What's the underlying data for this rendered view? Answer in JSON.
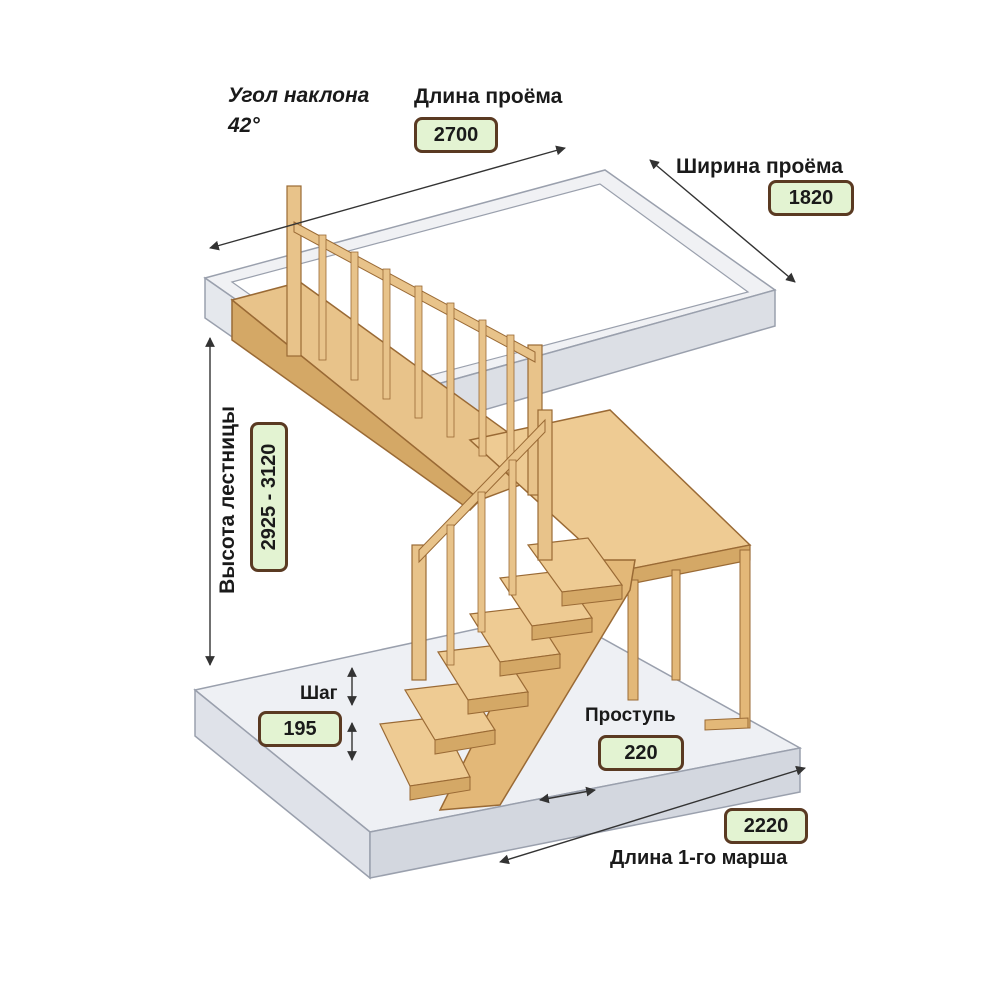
{
  "labels": {
    "angle_label": "Угол наклона",
    "angle_value": "42°",
    "opening_length_label": "Длина проёма",
    "opening_length_value": "2700",
    "opening_width_label": "Ширина проёма",
    "opening_width_value": "1820",
    "stair_height_label": "Высота лестницы",
    "stair_height_value": "2925 - 3120",
    "step_label": "Шаг",
    "step_value": "195",
    "tread_label": "Проступь",
    "tread_value": "220",
    "first_flight_value": "2220",
    "first_flight_label": "Длина 1-го марша"
  },
  "colors": {
    "wood": "#eecb93",
    "wood_dark": "#d4a866",
    "wood_edge": "#9a6a35",
    "slab": "#e7e8ee",
    "slab_edge": "#9aa0ad",
    "badge_fill": "#e3f3d2",
    "badge_border": "#5a3a22"
  }
}
